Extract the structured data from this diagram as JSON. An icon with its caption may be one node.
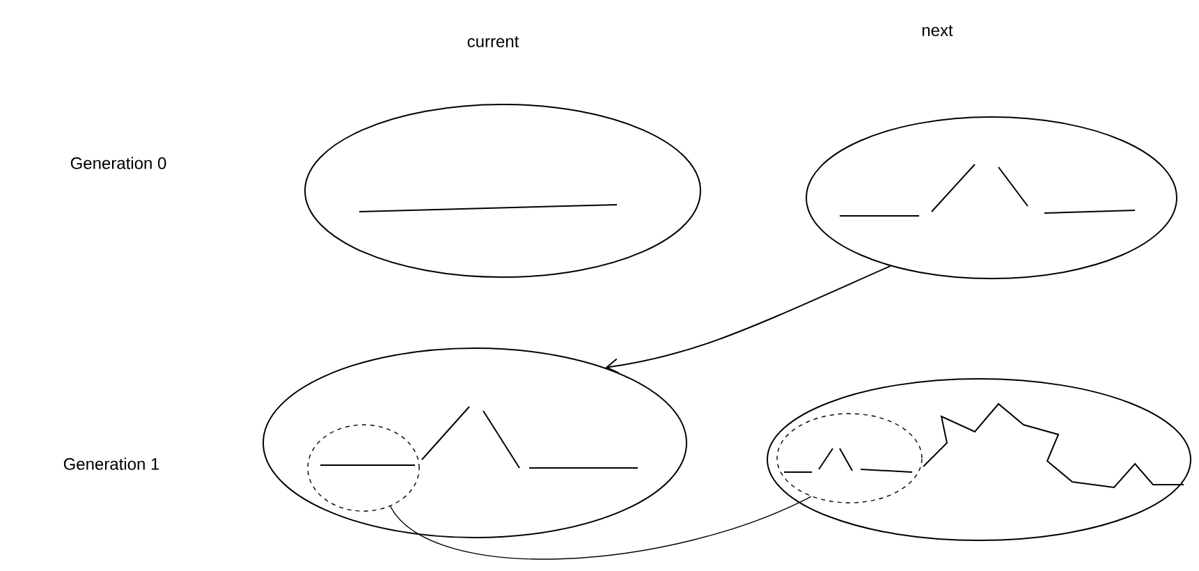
{
  "diagram": {
    "nodes": [
      {
        "text": [],
        "shape": "ellipse"
      },
      {
        "text": [],
        "shape": "ellipse"
      },
      {
        "text": [],
        "shape": "ellipse"
      },
      {
        "text": [],
        "shape": "ellipse"
      },
      {
        "text": [],
        "shape": "ellipse",
        "in": 2
      },
      {
        "text": [],
        "shape": "ellipse",
        "in": 3
      }
    ],
    "edges": [
      {
        "from": 1,
        "to": 2,
        "arrow": "to"
      },
      {
        "from": 4,
        "to": 5,
        "arrow": "none"
      }
    ],
    "labels": [
      "current",
      "next",
      "Generation 0",
      "Generation 1"
    ]
  }
}
